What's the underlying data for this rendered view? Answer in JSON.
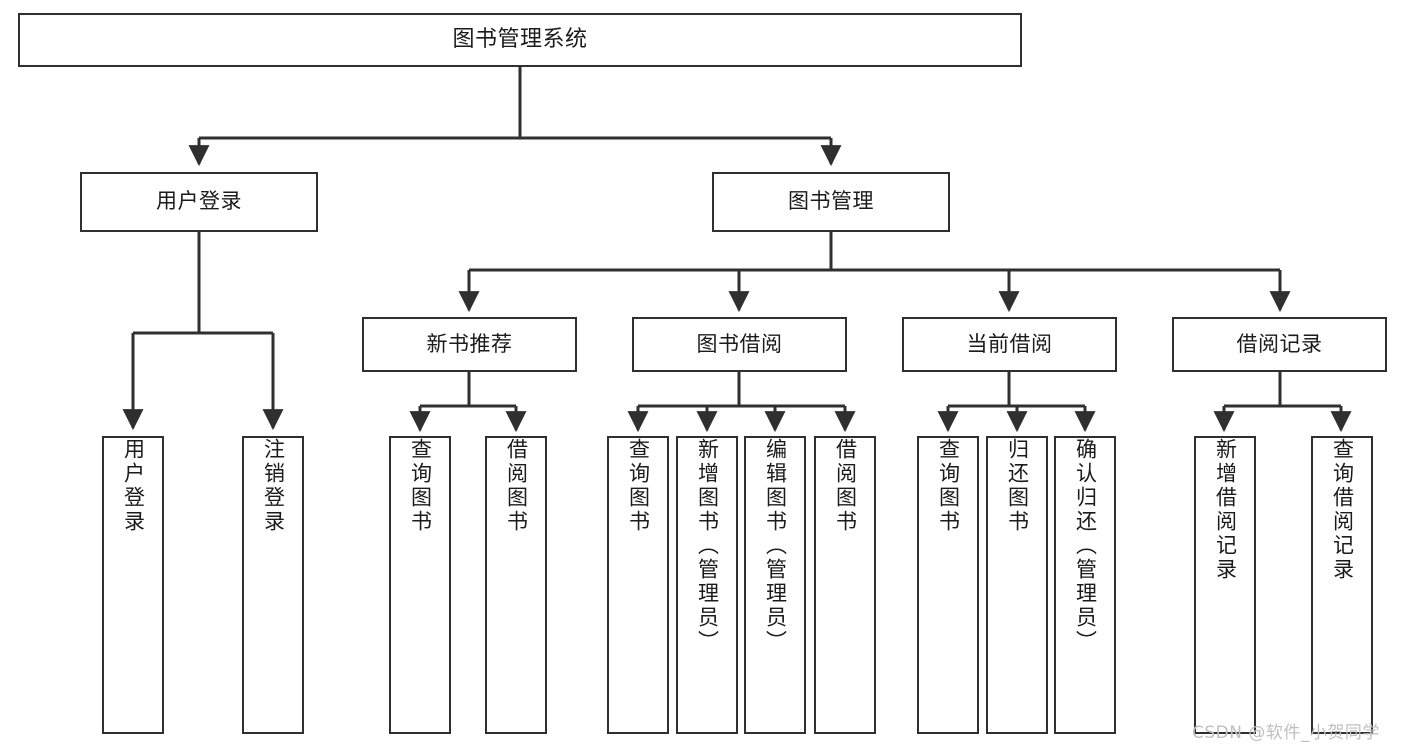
{
  "diagram": {
    "title": "图书管理系统",
    "type": "tree",
    "colors": {
      "node_border": "#2f2f2f",
      "node_fill": "#ffffff",
      "edge": "#2f2f2f",
      "text": "#1b1b1b",
      "watermark": "#bfbfbf",
      "background": "#ffffff"
    },
    "watermark": "CSDN @软件_小贺同学",
    "nodes": {
      "root": {
        "label": "图书管理系统"
      },
      "level2": [
        {
          "id": "user-login",
          "label": "用户登录"
        },
        {
          "id": "book-manage",
          "label": "图书管理"
        }
      ],
      "level3": [
        {
          "id": "new-book-recommend",
          "label": "新书推荐"
        },
        {
          "id": "book-borrow",
          "label": "图书借阅"
        },
        {
          "id": "current-borrow",
          "label": "当前借阅"
        },
        {
          "id": "borrow-record",
          "label": "借阅记录"
        }
      ],
      "leaves": [
        {
          "id": "leaf-user-login",
          "label": "用户登录",
          "parent": "user-login"
        },
        {
          "id": "leaf-logout-login",
          "label": "注销登录",
          "parent": "user-login"
        },
        {
          "id": "leaf-query-book-1",
          "label": "查询图书",
          "parent": "new-book-recommend"
        },
        {
          "id": "leaf-borrow-book-1",
          "label": "借阅图书",
          "parent": "new-book-recommend"
        },
        {
          "id": "leaf-query-book-2",
          "label": "查询图书",
          "parent": "book-borrow"
        },
        {
          "id": "leaf-add-book-admin",
          "label": "新增图书（管理员）",
          "parent": "book-borrow"
        },
        {
          "id": "leaf-edit-book-admin",
          "label": "编辑图书（管理员）",
          "parent": "book-borrow"
        },
        {
          "id": "leaf-borrow-book-2",
          "label": "借阅图书",
          "parent": "book-borrow"
        },
        {
          "id": "leaf-query-book-3",
          "label": "查询图书",
          "parent": "current-borrow"
        },
        {
          "id": "leaf-return-book",
          "label": "归还图书",
          "parent": "current-borrow"
        },
        {
          "id": "leaf-confirm-return-admin",
          "label": "确认归还（管理员）",
          "parent": "current-borrow"
        },
        {
          "id": "leaf-add-borrow-record",
          "label": "新增借阅记录",
          "parent": "borrow-record"
        },
        {
          "id": "leaf-query-borrow-record",
          "label": "查询借阅记录",
          "parent": "borrow-record"
        }
      ]
    }
  }
}
